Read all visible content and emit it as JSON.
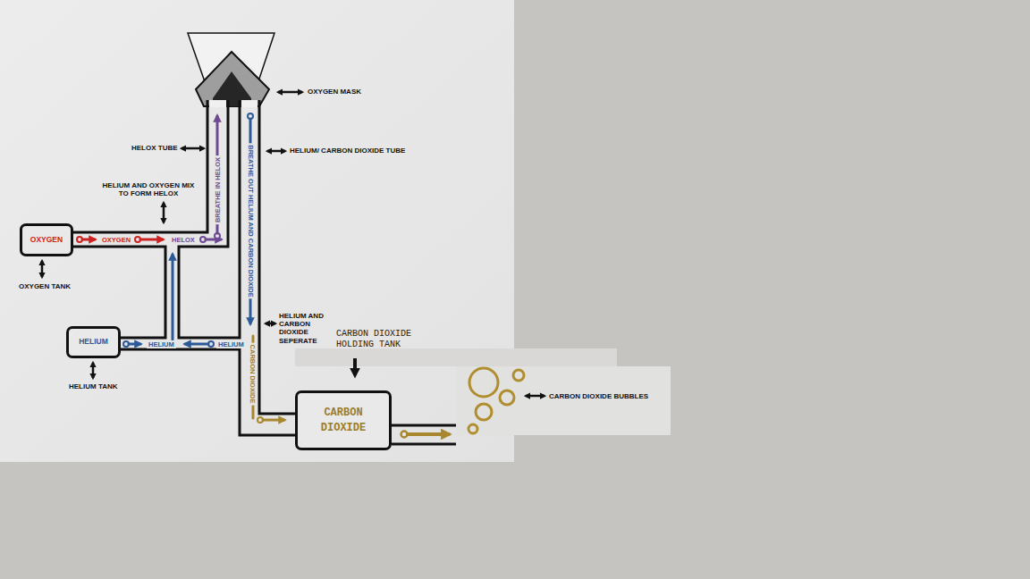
{
  "diagram": {
    "nodes": [
      {
        "text": [
          "OXYGEN"
        ]
      },
      {
        "text": [
          "HELIUM"
        ]
      },
      {
        "text": [
          "CARBON DIOXIDE"
        ]
      }
    ],
    "labels": [
      "OXYGEN MASK",
      "HELOX TUBE",
      "HELIUM/ CARBON DIOXIDE TUBE",
      "HELIUM AND OXYGEN MIX TO FORM HELOX",
      "OXYGEN TANK",
      "HELIUM TANK",
      "HELIUM AND CARBON DIOXIDE SEPERATE",
      "CARBON DIOXIDE HOLDING TANK",
      "CARBON DIOXIDE BUBBLES",
      "OXYGEN",
      "HELOX",
      "BREATHE IN HELOX",
      "BREATHE OUT HELIUM AND CARBON DIOXIDE",
      "HELIUM",
      "HELIUM",
      "CARBON DIOXIDE"
    ]
  }
}
